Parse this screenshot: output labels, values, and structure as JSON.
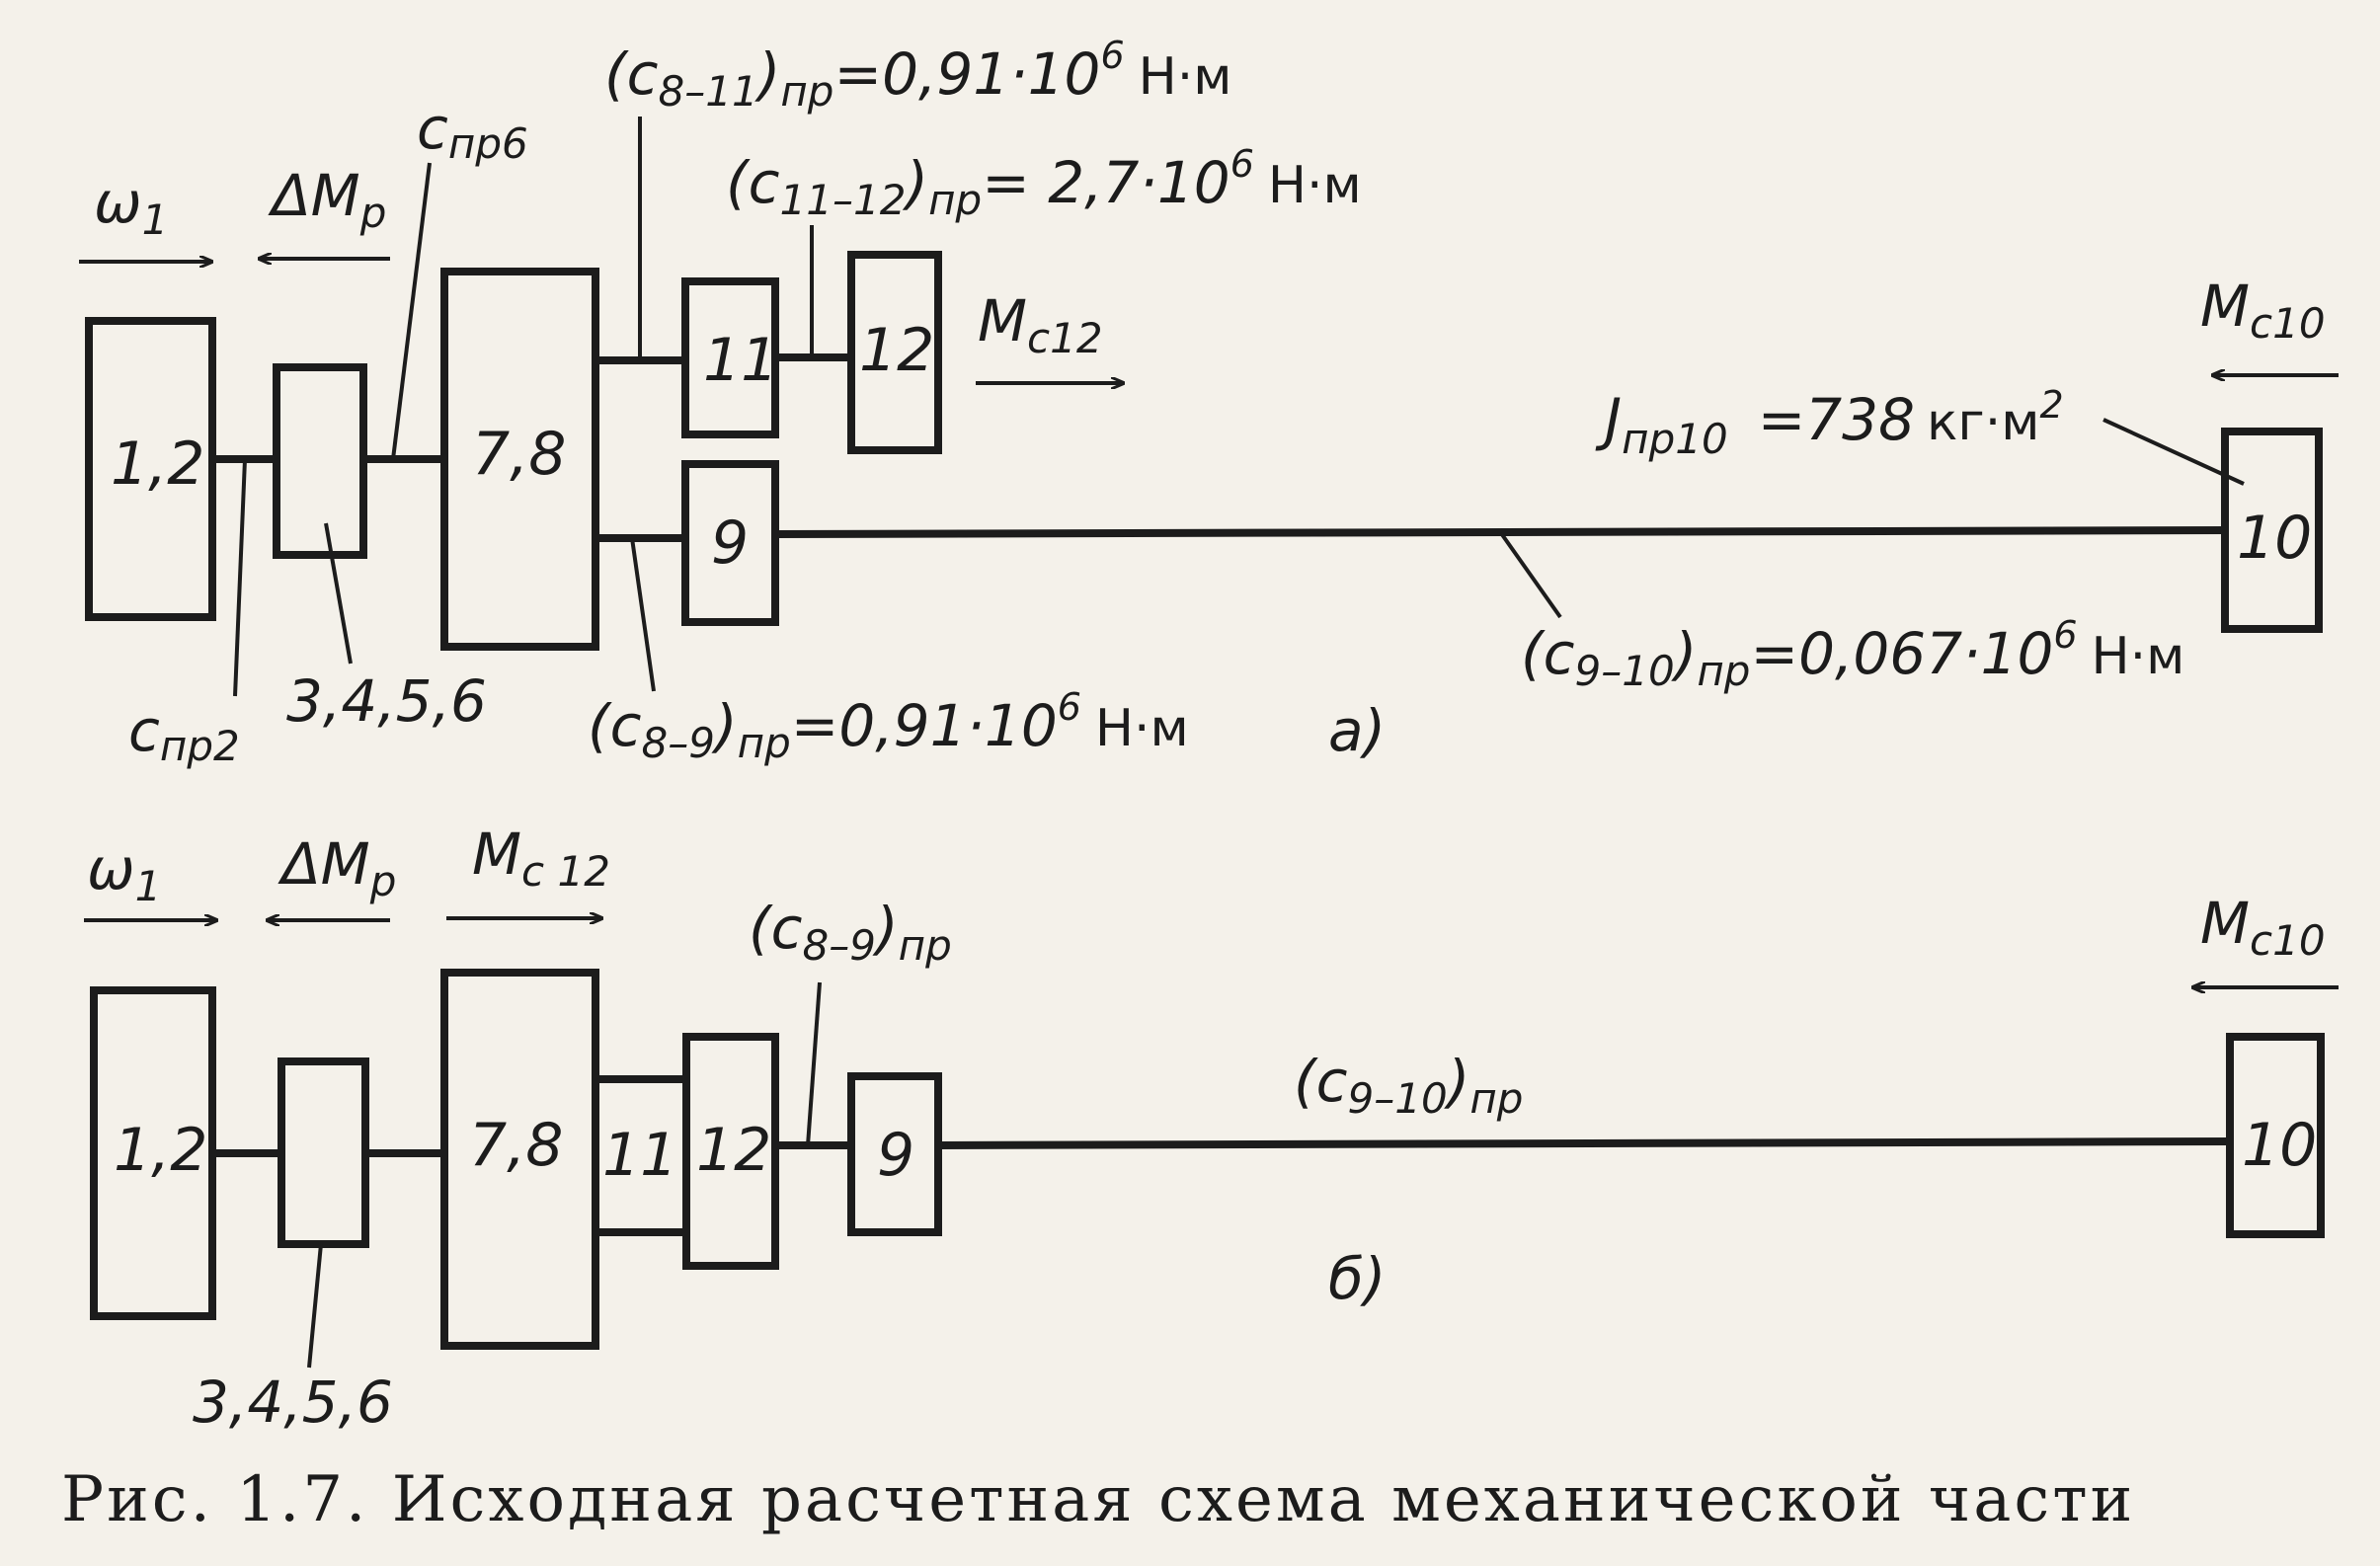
{
  "diagram_a": {
    "label": "а)",
    "boxes": {
      "b12": "1,2",
      "b3456": "",
      "b78": "7,8",
      "b11": "11",
      "b12r": "12",
      "b9": "9",
      "b10": "10"
    },
    "omega": {
      "main": "ω",
      "sub": "1"
    },
    "dMp": {
      "main": "ΔM",
      "sub": "р"
    },
    "c_pr6": {
      "main": "c",
      "sub": "пр6"
    },
    "c_pr2": {
      "main": "c",
      "sub": "пр2"
    },
    "label_3456": "3,4,5,6",
    "c_8_11": {
      "open": "(c",
      "sub": "8–11",
      "close": ")",
      "sub2": "пр",
      "value": "=0,91·10",
      "exp": "6",
      "unit": "Н·м"
    },
    "c_11_12": {
      "open": "(c",
      "sub": "11–12",
      "close": ")",
      "sub2": "пр",
      "value": "= 2,7·10",
      "exp": "6",
      "unit": "Н·м"
    },
    "c_8_9": {
      "open": "(c",
      "sub": "8–9",
      "close": ")",
      "sub2": "пр",
      "value": "=0,91·10",
      "exp": "6",
      "unit": "Н·м"
    },
    "c_9_10": {
      "open": "(c",
      "sub": "9–10",
      "close": ")",
      "sub2": "пр",
      "value": "=0,067·10",
      "exp": "6",
      "unit": "Н·м"
    },
    "Mc12": {
      "main": "M",
      "sub": "c12"
    },
    "Mc10": {
      "main": "M",
      "sub": "c10"
    },
    "J": {
      "main": "J",
      "sub": "пр10",
      "value": "=738",
      "unit": "кг·м",
      "exp": "2"
    }
  },
  "diagram_b": {
    "label": "б)",
    "boxes": {
      "b12": "1,2",
      "b3456": "",
      "b78": "7,8",
      "b11": "11",
      "b12r": "12",
      "b9": "9",
      "b10": "10"
    },
    "omega": {
      "main": "ω",
      "sub": "1"
    },
    "dMp": {
      "main": "ΔM",
      "sub": "р"
    },
    "Mc12": {
      "main": "M",
      "sub": "c 12"
    },
    "Mc10": {
      "main": "M",
      "sub": "c10"
    },
    "c_8_9": {
      "open": "(c",
      "sub": "8–9",
      "close": ")",
      "sub2": "пр"
    },
    "c_9_10": {
      "open": "(c",
      "sub": "9–10",
      "close": ")",
      "sub2": "пр"
    },
    "label_3456": "3,4,5,6"
  },
  "caption": "Рис. 1.7. Исходная расчетная схема механической части",
  "colors": {
    "ink": "#1c1c1c",
    "paper": "#f4f1ea"
  }
}
